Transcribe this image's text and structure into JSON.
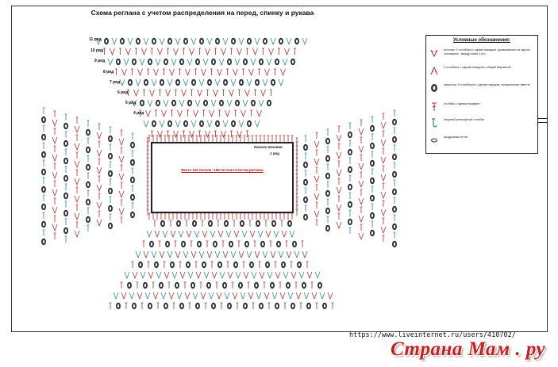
{
  "diagram": {
    "title": "Схема реглана с учетом распределения на перед, спинку и рукава",
    "row_labels": [
      "11 ряд",
      "10 ряд",
      "9 ряд",
      "8 ряд",
      "7 ряд",
      "6 ряд",
      "5 ряд",
      "4 ряд"
    ],
    "center_note": "Всего 110 петель: 106 петель+4 петли реглана",
    "start_label": "Начало вязания",
    "start_row": "1 ряд"
  },
  "legend": {
    "title": "Условные обозначения:",
    "items": [
      {
        "icon": "v-stitch-icon",
        "text": "галочка: 2 столбика с одним накидом, провязанные из одного основания , между ними 1 в.п."
      },
      {
        "icon": "cluster-2-icon",
        "text": "2 столбика с одним накидом с общей вершиной"
      },
      {
        "icon": "cluster-5-icon",
        "text": "шишечка: 5 столбиков с одним накидом, провязанные вместе"
      },
      {
        "icon": "double-crochet-icon",
        "text": "столбик с одним накидом"
      },
      {
        "icon": "back-post-icon",
        "text": "лицевой рельефный столбик"
      },
      {
        "icon": "chain-icon",
        "text": "воздушная петля"
      }
    ]
  },
  "colors": {
    "stitch_red": "#b03030",
    "stitch_teal": "#2a8a8a",
    "bobble_dark": "#333333",
    "watermark": "#c81e1e"
  },
  "footer": {
    "url": "https://www.liveinternet.ru/users/410702/",
    "watermark": "Страна Мам . ру"
  }
}
